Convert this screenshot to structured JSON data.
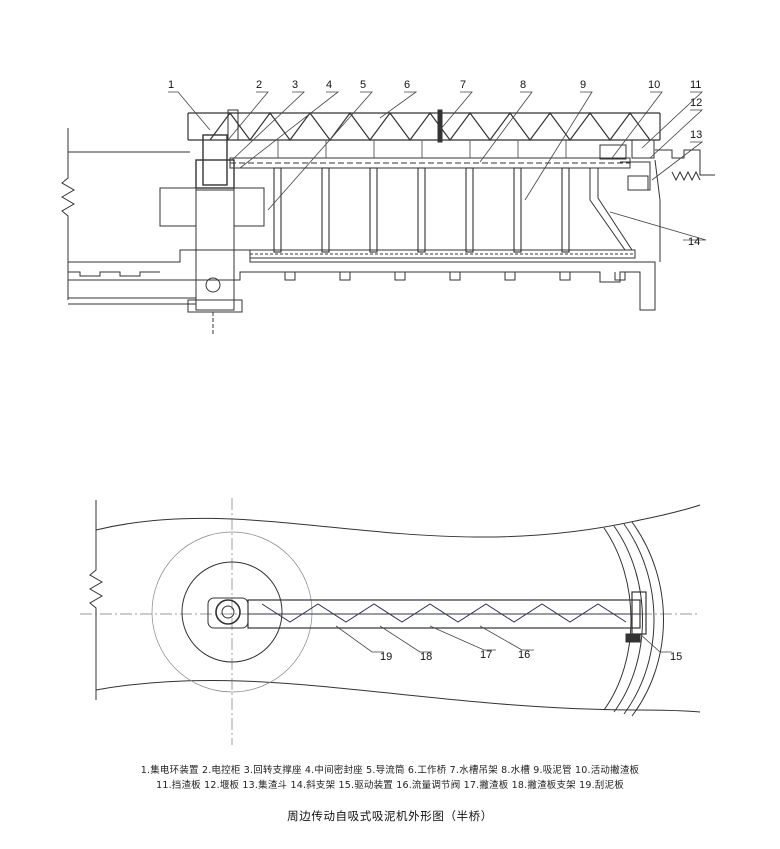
{
  "callouts_elevation": [
    "1",
    "2",
    "3",
    "4",
    "5",
    "6",
    "7",
    "8",
    "9",
    "10",
    "11",
    "12",
    "13",
    "14"
  ],
  "callouts_plan": [
    "19",
    "18",
    "17",
    "16",
    "15"
  ],
  "legend": {
    "line1": "1.集电环装置 2.电控柜 3.回转支撑座 4.中间密封座 5.导流筒 6.工作桥 7.水槽吊架 8.水槽 9.吸泥管 10.活动撇渣板",
    "line2": "11.挡渣板 12.堰板 13.集渣斗 14.斜支架 15.驱动装置 16.流量调节阀 17.撇渣板 18.撇渣板支架 19.刮泥板"
  },
  "caption": "周边传动自吸式吸泥机外形图（半桥）"
}
